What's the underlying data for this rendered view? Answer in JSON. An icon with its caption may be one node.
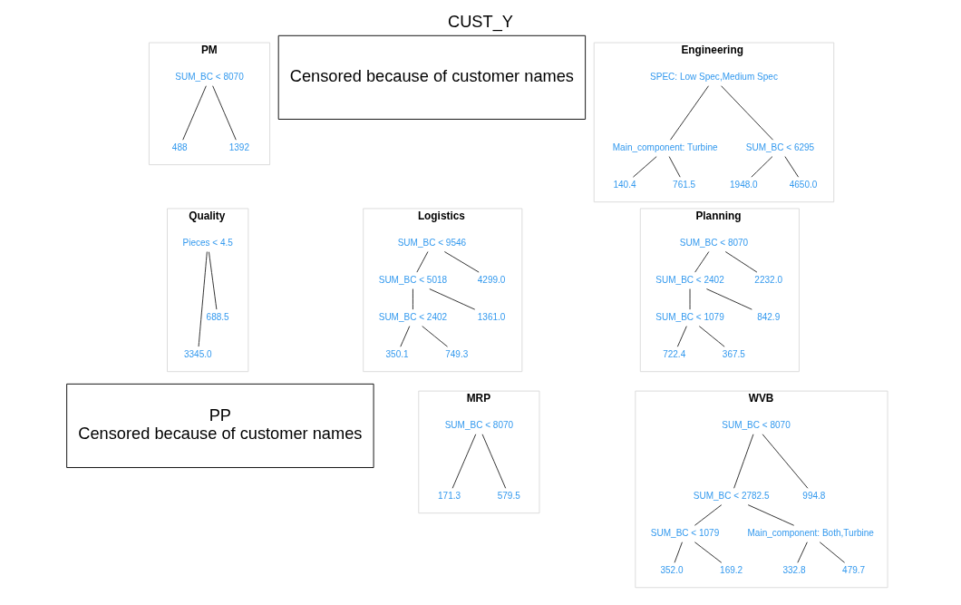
{
  "diagram": {
    "title": "CUST_Y",
    "nodes": [
      {
        "text": [
          "PM"
        ]
      },
      {
        "text": [
          "SUM_BC < 8070"
        ],
        "in": 0
      },
      {
        "text": [
          "488"
        ],
        "in": 0
      },
      {
        "text": [
          "1392"
        ],
        "in": 0
      },
      {
        "text": [
          "Censored because of customer names"
        ]
      },
      {
        "text": [
          "Engineering"
        ]
      },
      {
        "text": [
          "SPEC: Low Spec,Medium Spec"
        ],
        "in": 5
      },
      {
        "text": [
          "Main_component: Turbine"
        ],
        "in": 5
      },
      {
        "text": [
          "140.4"
        ],
        "in": 5
      },
      {
        "text": [
          "761.5"
        ],
        "in": 5
      },
      {
        "text": [
          "SUM_BC < 6295"
        ],
        "in": 5
      },
      {
        "text": [
          "1948.0"
        ],
        "in": 5
      },
      {
        "text": [
          "4650.0"
        ],
        "in": 5
      },
      {
        "text": [
          "Quality"
        ]
      },
      {
        "text": [
          "Pieces < 4.5"
        ],
        "in": 13
      },
      {
        "text": [
          "688.5"
        ],
        "in": 13
      },
      {
        "text": [
          "3345.0"
        ],
        "in": 13
      },
      {
        "text": [
          "Logistics"
        ]
      },
      {
        "text": [
          "SUM_BC < 9546"
        ],
        "in": 17
      },
      {
        "text": [
          "SUM_BC < 5018"
        ],
        "in": 17
      },
      {
        "text": [
          "SUM_BC < 2402"
        ],
        "in": 17
      },
      {
        "text": [
          "350.1"
        ],
        "in": 17
      },
      {
        "text": [
          "749.3"
        ],
        "in": 17
      },
      {
        "text": [
          "1361.0"
        ],
        "in": 17
      },
      {
        "text": [
          "4299.0"
        ],
        "in": 17
      },
      {
        "text": [
          "Planning"
        ]
      },
      {
        "text": [
          "SUM_BC < 8070"
        ],
        "in": 25
      },
      {
        "text": [
          "SUM_BC < 2402"
        ],
        "in": 25
      },
      {
        "text": [
          "SUM_BC < 1079"
        ],
        "in": 25
      },
      {
        "text": [
          "722.4"
        ],
        "in": 25
      },
      {
        "text": [
          "367.5"
        ],
        "in": 25
      },
      {
        "text": [
          "842.9"
        ],
        "in": 25
      },
      {
        "text": [
          "2232.0"
        ],
        "in": 25
      },
      {
        "text": [
          "PP",
          "Censored because of customer names"
        ]
      },
      {
        "text": [
          "MRP"
        ]
      },
      {
        "text": [
          "SUM_BC < 8070"
        ],
        "in": 34
      },
      {
        "text": [
          "171.3"
        ],
        "in": 34
      },
      {
        "text": [
          "579.5"
        ],
        "in": 34
      },
      {
        "text": [
          "WVB"
        ]
      },
      {
        "text": [
          "SUM_BC < 8070"
        ],
        "in": 38
      },
      {
        "text": [
          "SUM_BC < 2782.5"
        ],
        "in": 38
      },
      {
        "text": [
          "SUM_BC < 1079"
        ],
        "in": 38
      },
      {
        "text": [
          "Main_component: Both,Turbine"
        ],
        "in": 38
      },
      {
        "text": [
          "352.0"
        ],
        "in": 38
      },
      {
        "text": [
          "169.2"
        ],
        "in": 38
      },
      {
        "text": [
          "332.8"
        ],
        "in": 38
      },
      {
        "text": [
          "479.7"
        ],
        "in": 38
      },
      {
        "text": [
          "994.8"
        ],
        "in": 38
      }
    ],
    "edges": [
      {
        "from": 1,
        "to": 2,
        "arrow": "none"
      },
      {
        "from": 1,
        "to": 3,
        "arrow": "none"
      },
      {
        "from": 6,
        "to": 7,
        "arrow": "none"
      },
      {
        "from": 6,
        "to": 10,
        "arrow": "none"
      },
      {
        "from": 7,
        "to": 8,
        "arrow": "none"
      },
      {
        "from": 7,
        "to": 9,
        "arrow": "none"
      },
      {
        "from": 10,
        "to": 11,
        "arrow": "none"
      },
      {
        "from": 10,
        "to": 12,
        "arrow": "none"
      },
      {
        "from": 14,
        "to": 15,
        "arrow": "none"
      },
      {
        "from": 14,
        "to": 16,
        "arrow": "none"
      },
      {
        "from": 18,
        "to": 19,
        "arrow": "none"
      },
      {
        "from": 18,
        "to": 24,
        "arrow": "none"
      },
      {
        "from": 19,
        "to": 20,
        "arrow": "none"
      },
      {
        "from": 19,
        "to": 23,
        "arrow": "none"
      },
      {
        "from": 20,
        "to": 21,
        "arrow": "none"
      },
      {
        "from": 20,
        "to": 22,
        "arrow": "none"
      },
      {
        "from": 26,
        "to": 27,
        "arrow": "none"
      },
      {
        "from": 26,
        "to": 32,
        "arrow": "none"
      },
      {
        "from": 27,
        "to": 28,
        "arrow": "none"
      },
      {
        "from": 27,
        "to": 31,
        "arrow": "none"
      },
      {
        "from": 28,
        "to": 29,
        "arrow": "none"
      },
      {
        "from": 28,
        "to": 30,
        "arrow": "none"
      },
      {
        "from": 35,
        "to": 36,
        "arrow": "none"
      },
      {
        "from": 35,
        "to": 37,
        "arrow": "none"
      },
      {
        "from": 39,
        "to": 40,
        "arrow": "none"
      },
      {
        "from": 39,
        "to": 47,
        "arrow": "none"
      },
      {
        "from": 40,
        "to": 41,
        "arrow": "none"
      },
      {
        "from": 40,
        "to": 42,
        "arrow": "none"
      },
      {
        "from": 41,
        "to": 43,
        "arrow": "none"
      },
      {
        "from": 41,
        "to": 44,
        "arrow": "none"
      },
      {
        "from": 42,
        "to": 45,
        "arrow": "none"
      },
      {
        "from": 42,
        "to": 46,
        "arrow": "none"
      }
    ]
  }
}
